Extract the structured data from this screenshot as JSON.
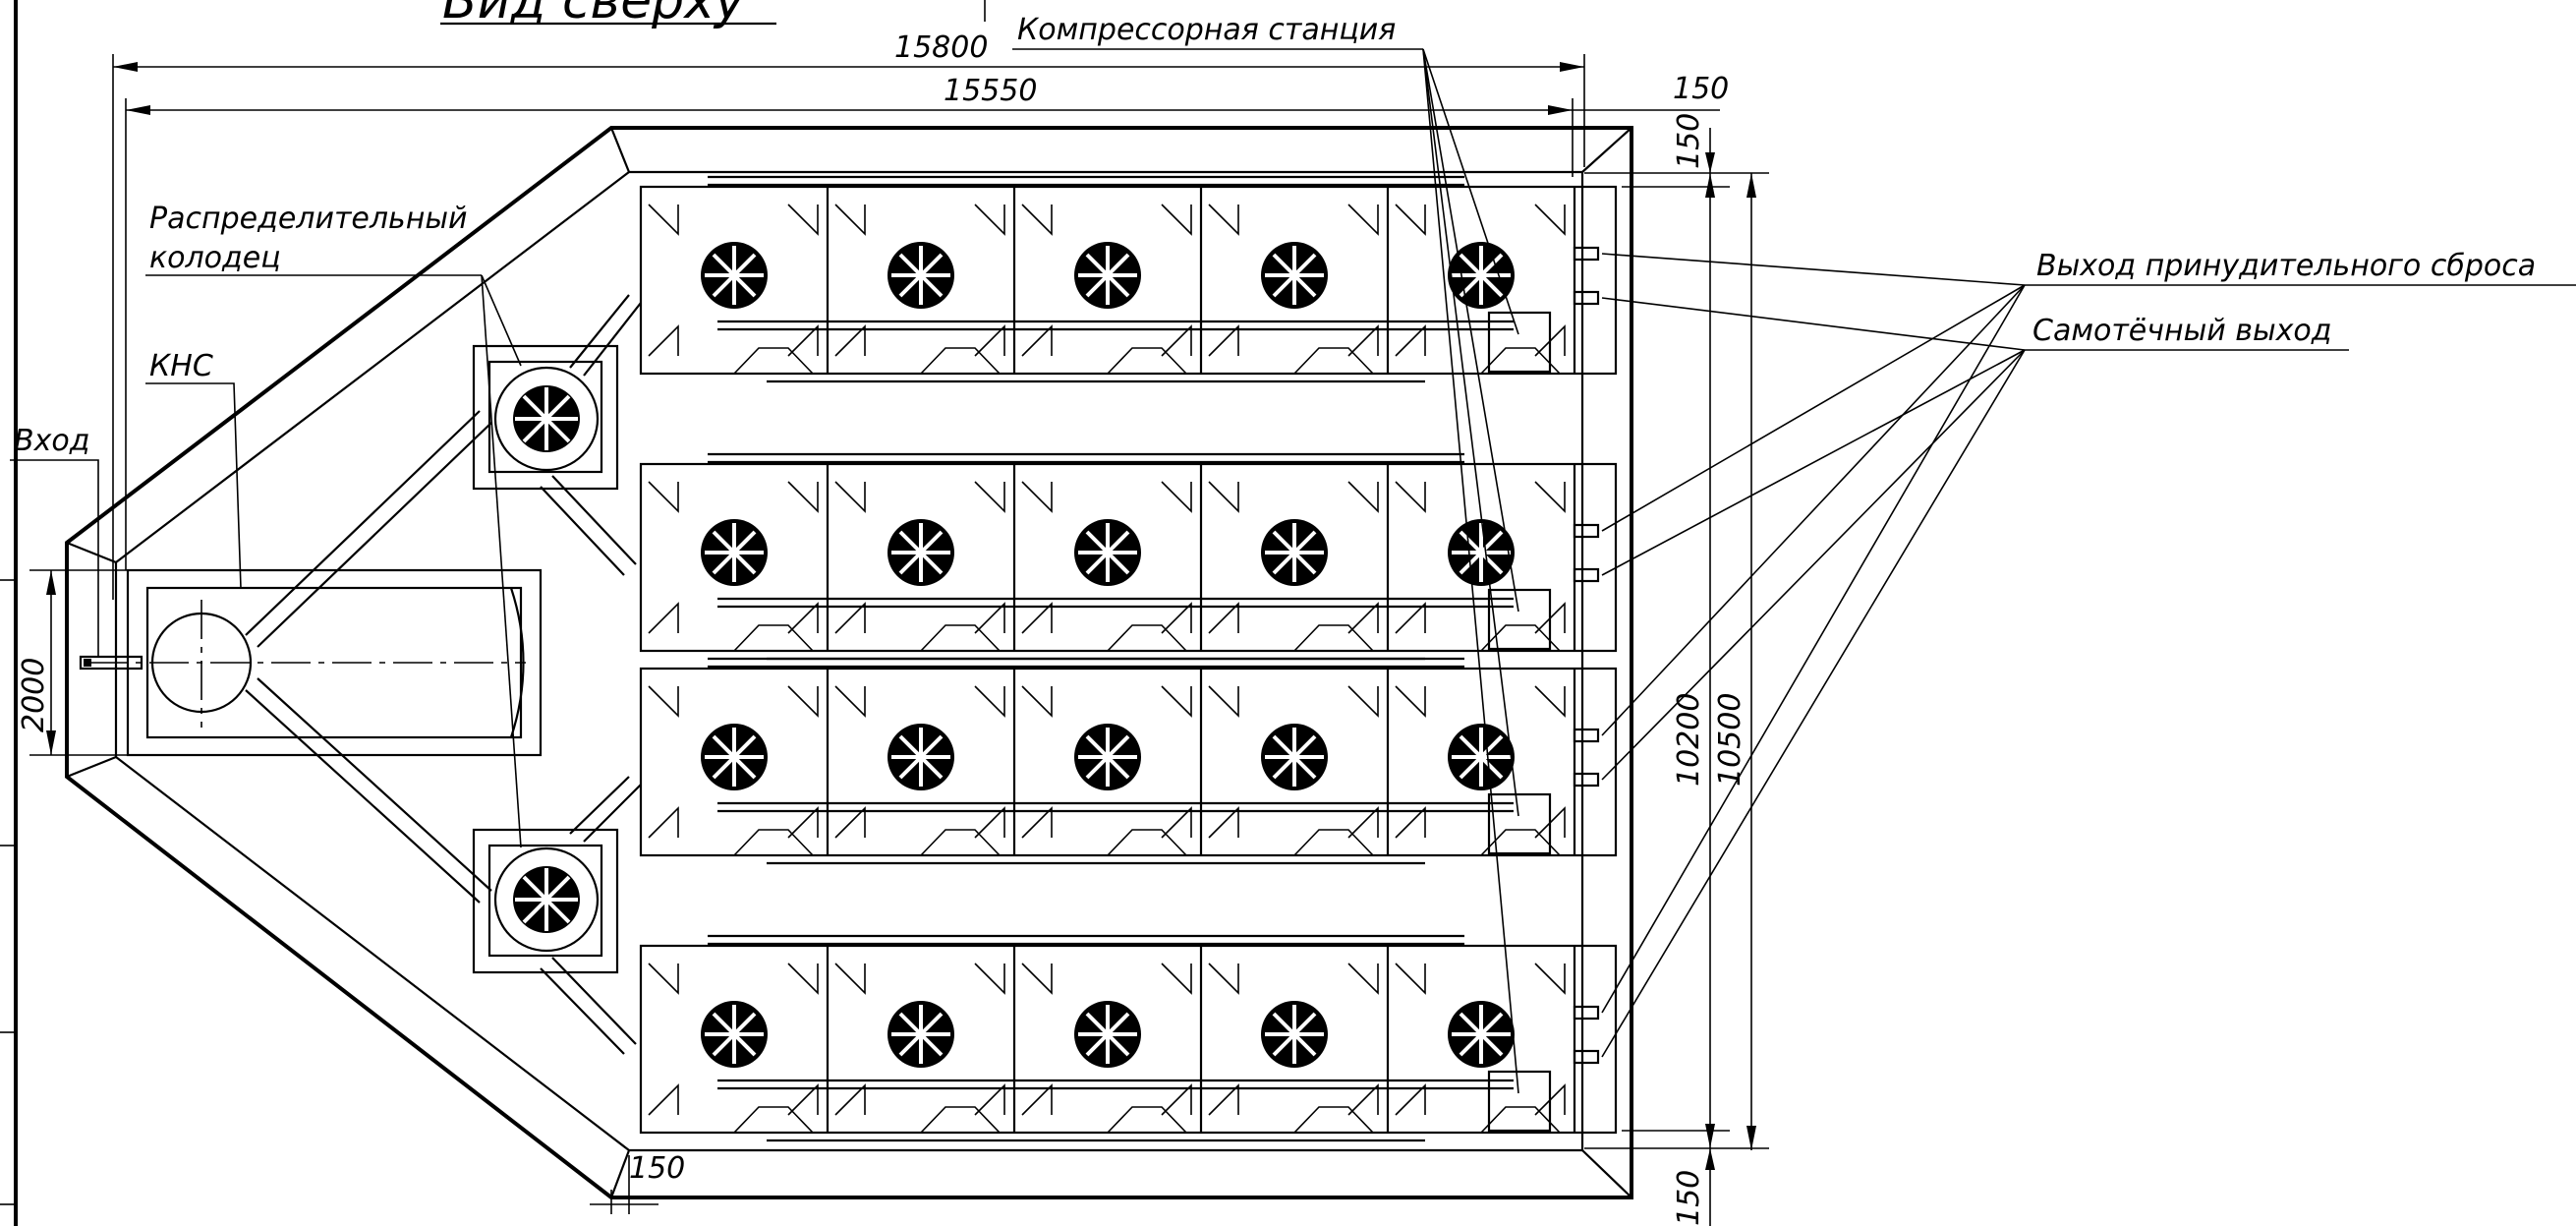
{
  "title": "Вид сверху",
  "labels": {
    "compressor": "Компрессорная станция",
    "distribution_well": "Распределительный колодец",
    "distribution_well_line1": "Распределительный",
    "distribution_well_line2": "колодец",
    "kns": "КНС",
    "inlet": "Вход",
    "forced_outlet": "Выход принудительного сброса",
    "gravity_outlet": "Самотёчный выход"
  },
  "dimensions": {
    "overall_length": "15800",
    "inner_length": "15550",
    "wall_top": "150",
    "wall_right": "150",
    "wall_bottom": "150",
    "wall_left": "150",
    "inner_width": "10200",
    "overall_width": "10500",
    "kns_width": "2000"
  },
  "colors": {
    "line": "#000000",
    "background": "#ffffff"
  }
}
